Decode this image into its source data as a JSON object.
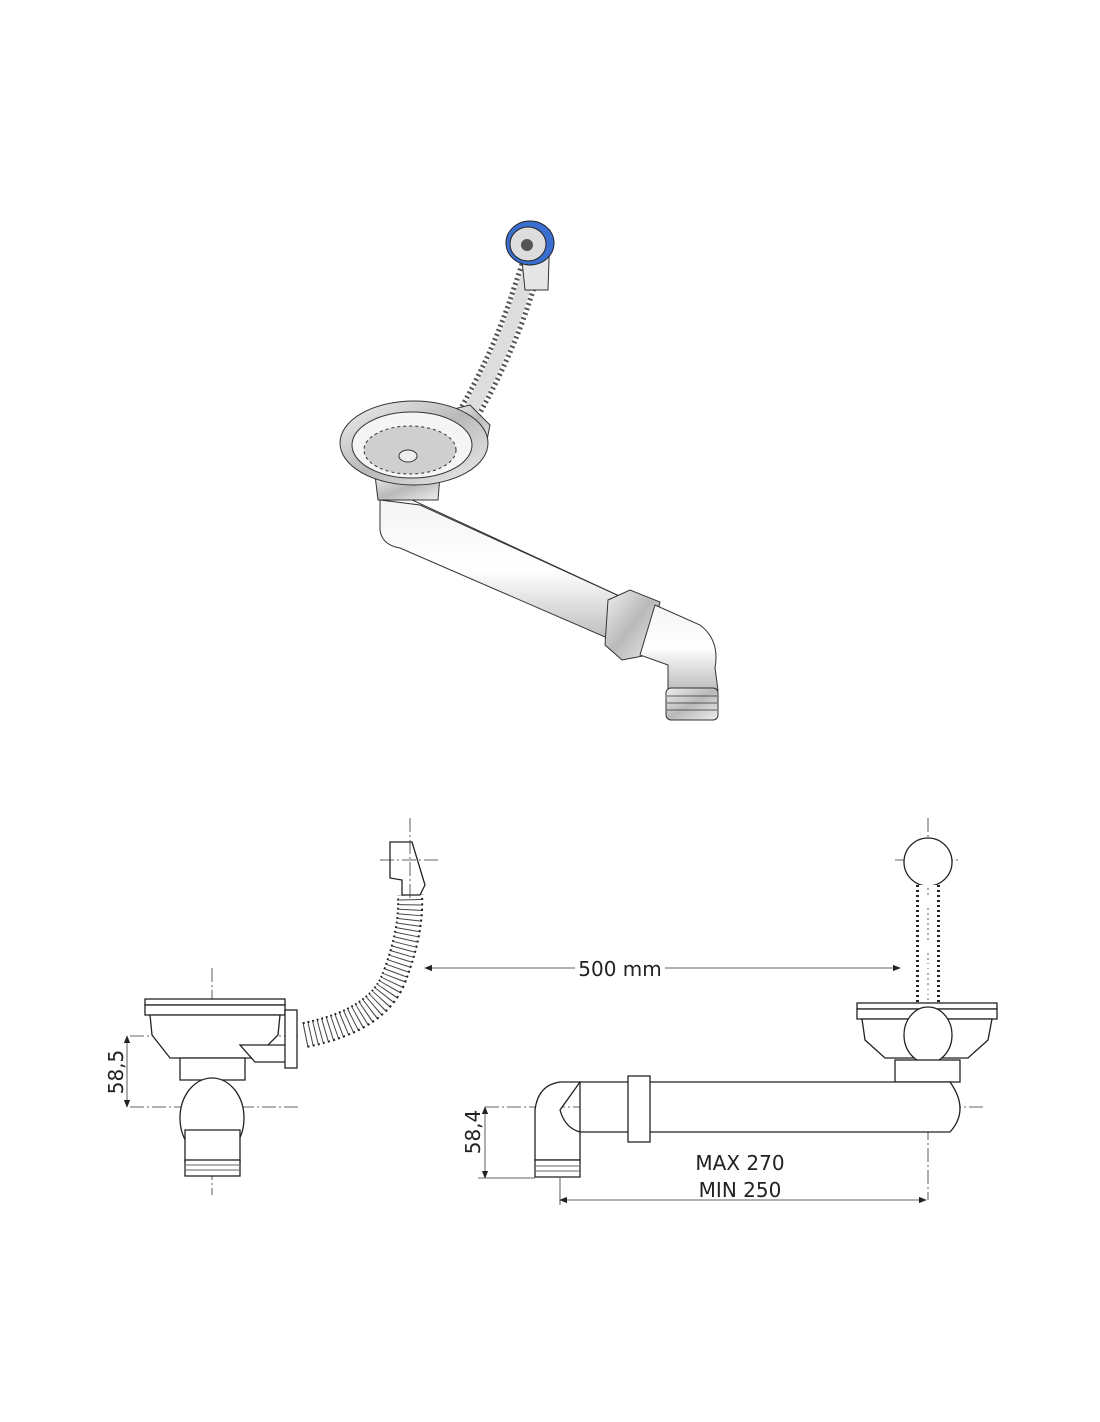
{
  "dimensions": {
    "hose_length": "500 mm",
    "left_height": "58,5",
    "right_height": "58,4",
    "max_length": "MAX 270",
    "min_length": "MIN 250"
  },
  "colors": {
    "overflow_ring": "#3a6fd1",
    "render_metal": "#dcdcdc",
    "line": "#222222"
  }
}
